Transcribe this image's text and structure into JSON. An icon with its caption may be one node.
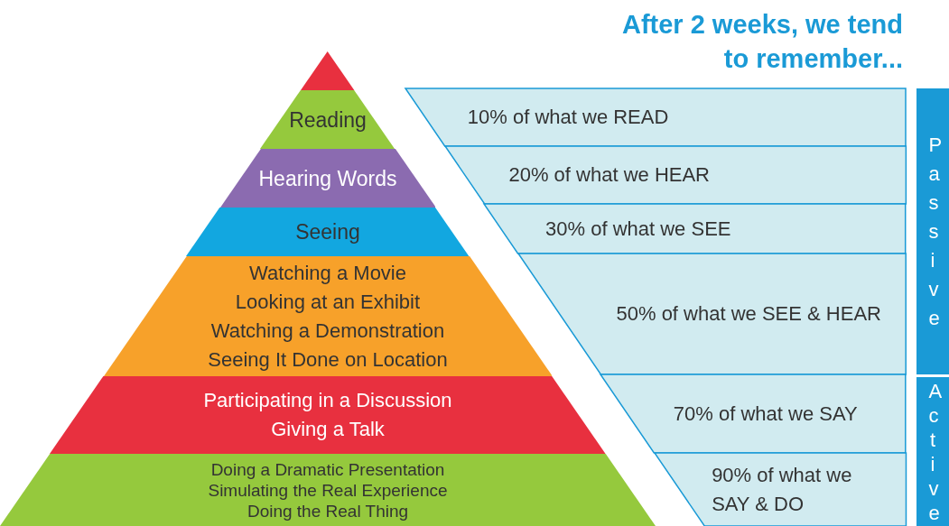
{
  "diagram": {
    "title": "After 2 weeks, we tend to remember...",
    "nodes": [
      {
        "text": [],
        "shape": "triangle"
      },
      {
        "text": [
          "Reading"
        ]
      },
      {
        "text": [
          "Hearing Words"
        ]
      },
      {
        "text": [
          "Seeing"
        ]
      },
      {
        "text": [
          "Watching a Movie",
          "Looking at an Exhibit",
          "Watching a Demonstration",
          "Seeing It Done on Location"
        ]
      },
      {
        "text": [
          "Participating in a Discussion",
          "Giving a Talk"
        ]
      },
      {
        "text": [
          "Doing a Dramatic Presentation",
          "Simulating the Real Experience",
          "Doing the Real Thing"
        ]
      },
      {
        "text": [
          "10% of what we READ"
        ]
      },
      {
        "text": [
          "20% of what we HEAR"
        ]
      },
      {
        "text": [
          "30% of what we SEE"
        ]
      },
      {
        "text": [
          "50% of what we SEE & HEAR"
        ]
      },
      {
        "text": [
          "70% of what we SAY"
        ]
      },
      {
        "text": [
          "90% of what we SAY & DO"
        ]
      },
      {
        "text": [
          "Passive"
        ]
      },
      {
        "text": [
          "Active"
        ]
      }
    ]
  }
}
